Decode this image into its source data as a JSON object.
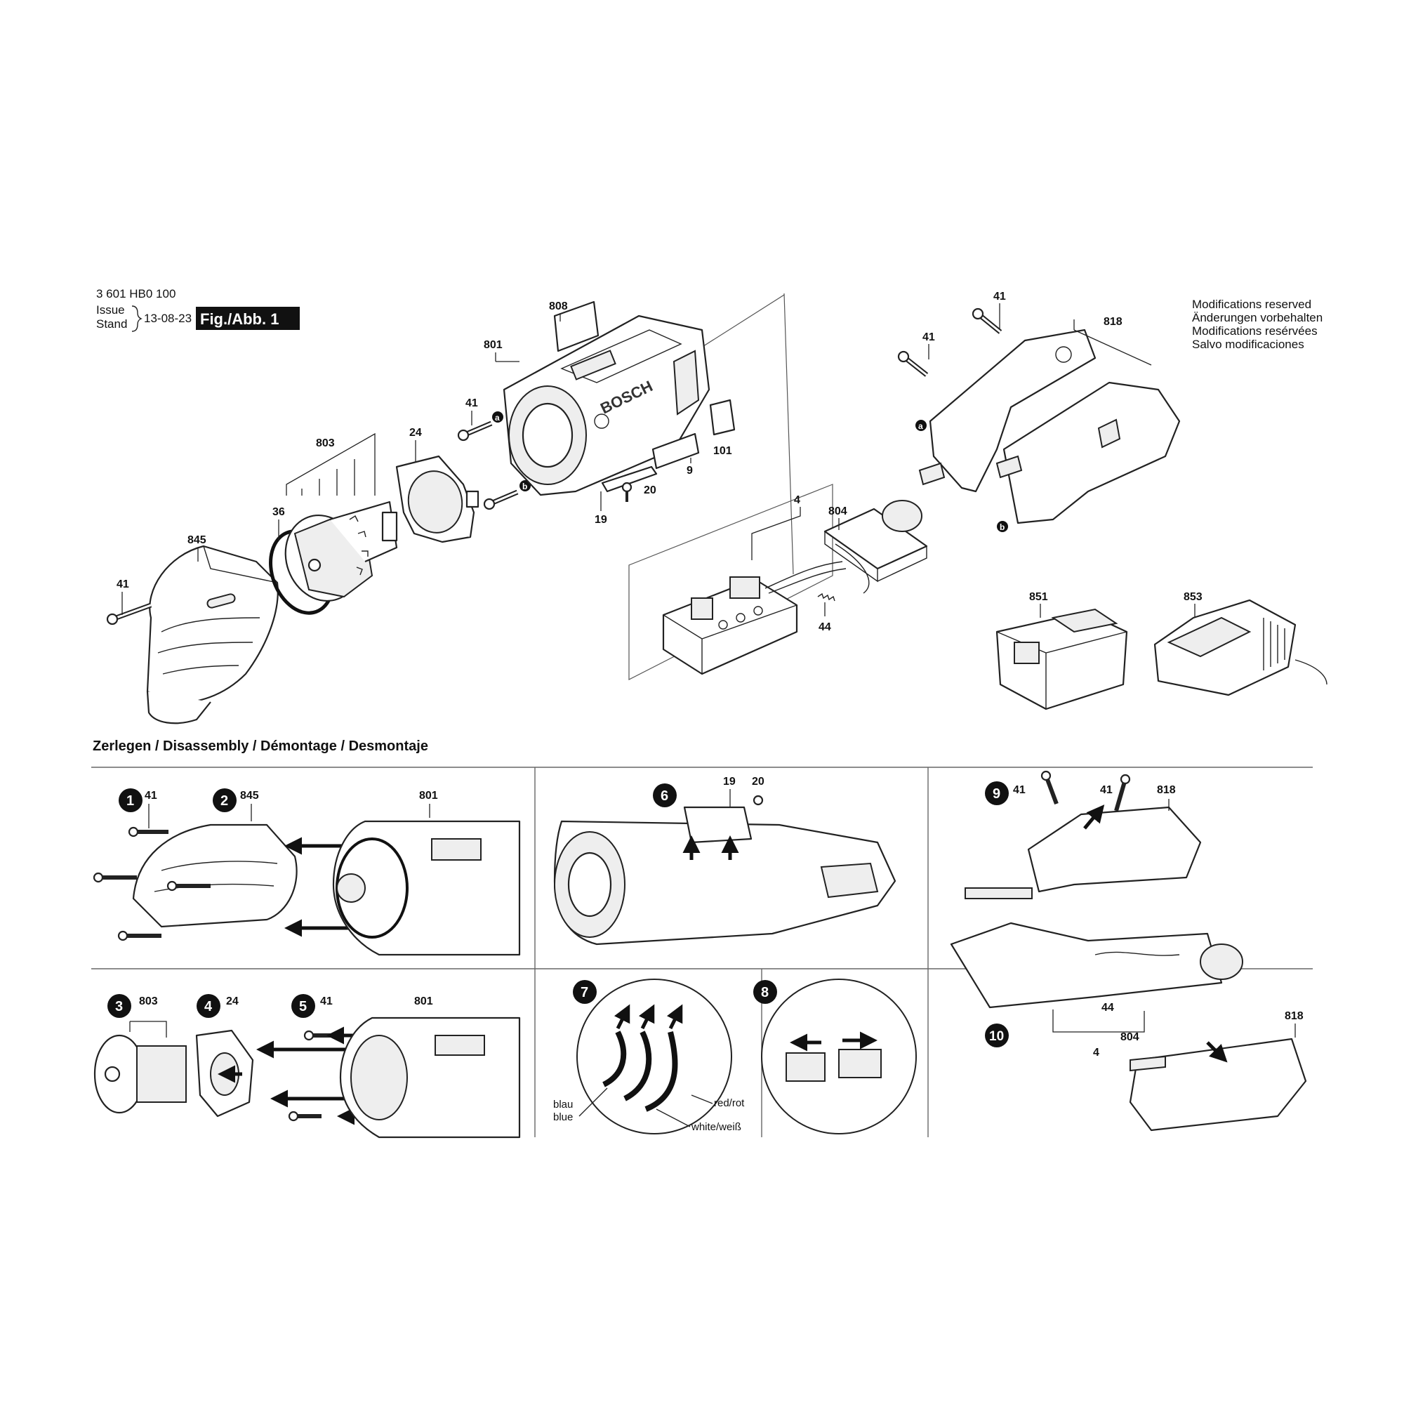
{
  "header": {
    "doc_number": "3 601 HB0 100",
    "issue_label": "Issue",
    "stand_label": "Stand",
    "date": "13-08-23",
    "figure_label": "Fig./Abb. 1"
  },
  "modifications": [
    "Modifications reserved",
    "Änderungen vorbehalten",
    "Modifications resérvées",
    "Salvo modificaciones"
  ],
  "exploded_view": {
    "labels": {
      "p808": "808",
      "p801": "801",
      "p41_front": "41",
      "p803": "803",
      "p24": "24",
      "p36": "36",
      "p845": "845",
      "p41_head": "41",
      "p101": "101",
      "p9": "9",
      "p20": "20",
      "p19": "19",
      "p41_top1": "41",
      "p41_top2": "41",
      "p818": "818",
      "p4": "4",
      "p804": "804",
      "p44": "44",
      "p851": "851",
      "p853": "853"
    },
    "callouts": {
      "a1": "a",
      "b1": "b",
      "a2": "a",
      "b2": "b"
    },
    "brand_text": "BOSCH"
  },
  "disassembly": {
    "title": "Zerlegen / Disassembly / Démontage / Desmontaje",
    "steps": [
      {
        "n": "1",
        "parts": [
          "41"
        ]
      },
      {
        "n": "2",
        "parts": [
          "845"
        ]
      },
      {
        "n": "3",
        "parts": [
          "803"
        ]
      },
      {
        "n": "4",
        "parts": [
          "24"
        ]
      },
      {
        "n": "5",
        "parts": [
          "41"
        ]
      },
      {
        "n": "6",
        "parts": [
          "19",
          "20"
        ]
      },
      {
        "n": "7",
        "parts": []
      },
      {
        "n": "8",
        "parts": []
      },
      {
        "n": "9",
        "parts": [
          "41",
          "41"
        ]
      },
      {
        "n": "10",
        "parts": []
      }
    ],
    "labels": {
      "s1_801": "801",
      "s3_801": "801",
      "s9_818": "818",
      "s10_818": "818",
      "s10_44": "44",
      "s10_804": "804",
      "s10_4": "4"
    },
    "wires": {
      "blau": "blau",
      "blue": "blue",
      "red": "red/rot",
      "white": "white/weiß"
    }
  }
}
